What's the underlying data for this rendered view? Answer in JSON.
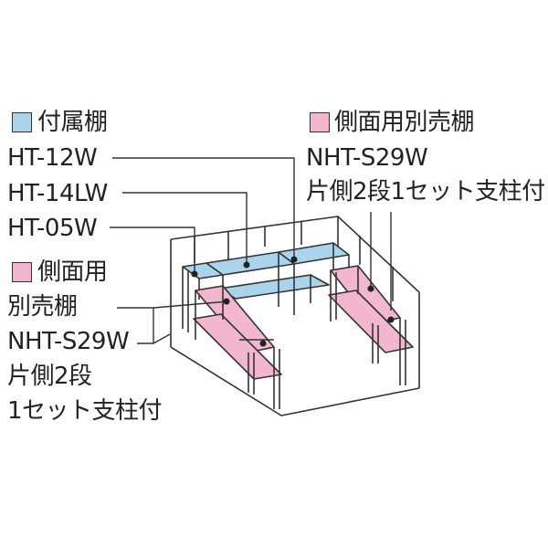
{
  "colors": {
    "accessory_shelf": "#a9d4ec",
    "side_shelf": "#f2b6ce",
    "line": "#333333"
  },
  "legend": {
    "accessory": {
      "label": "付属棚",
      "items": [
        "HT-12W",
        "HT-14LW",
        "HT-05W"
      ]
    },
    "side_right": {
      "label": "側面用別売棚",
      "lines": [
        "NHT-S29W",
        "片側2段1セット支柱付"
      ]
    },
    "side_left": {
      "label": "側面用",
      "lines": [
        "別売棚",
        "NHT-S29W",
        "片側2段",
        "1セット支柱付"
      ]
    }
  }
}
